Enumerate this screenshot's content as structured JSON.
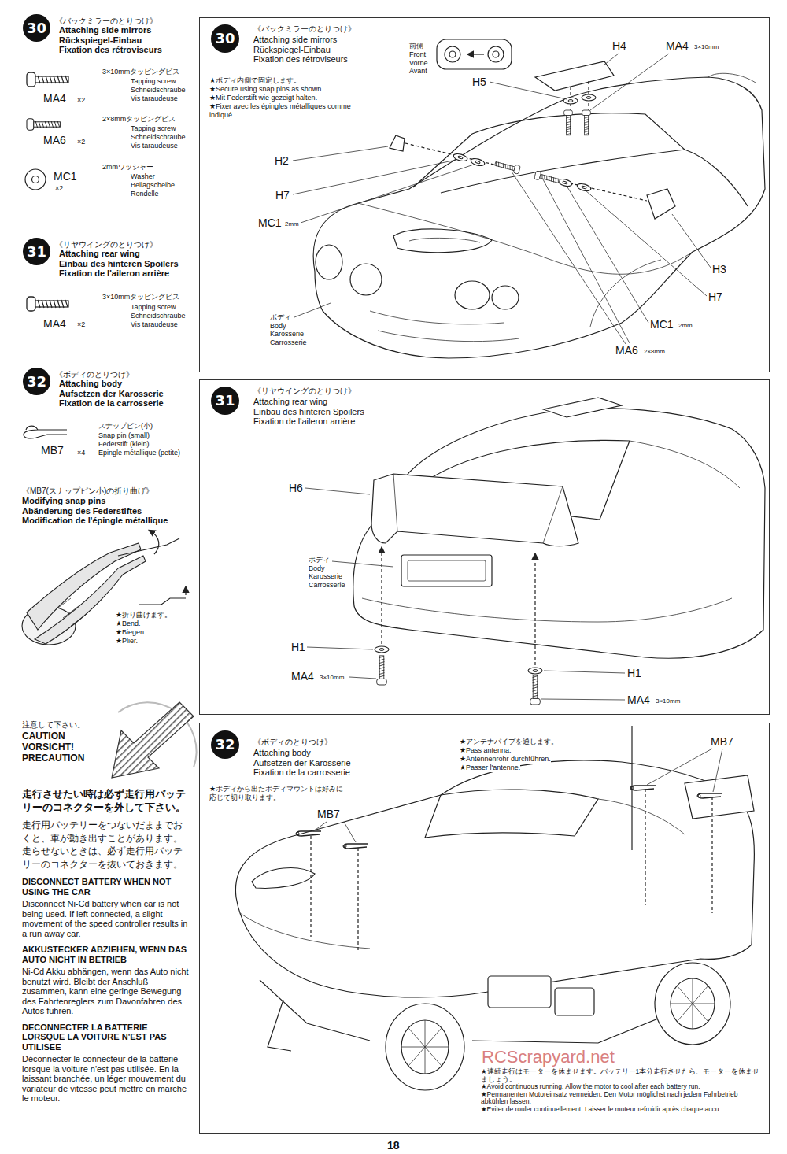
{
  "diagram": {
    "nodes": [
      {
        "text": [
          "30"
        ]
      },
      {
        "text": [
          "31"
        ]
      },
      {
        "text": [
          "32"
        ]
      },
      {
        "text": [
          "《バックミラーのとりつけ》",
          "Attaching side mirrors",
          "Rückspiegel-Einbau",
          "Fixation des rétroviseurs",
          "★ボディ内側で固定します。",
          "★Secure using snap pins as shown.",
          "★Mit Federstift wie gezeigt halten.",
          "★Fixer avec les épingles métalliques comme indiqué."
        ]
      },
      {
        "text": [
          "30"
        ],
        "in": 3
      },
      {
        "text": [
          "《リヤウイングのとりつけ》",
          "Attaching rear wing",
          "Einbau des hinteren Spoilers",
          "Fixation de l'aileron arrière"
        ]
      },
      {
        "text": [
          "31"
        ],
        "in": 5
      },
      {
        "text": [
          "《ボディのとりつけ》",
          "Attaching body",
          "Aufsetzen der Karosserie",
          "Fixation de la carrosserie",
          "★ボディから出たボディマウントは好みに応じて切り取ります。",
          "★アンテナパイプを通します。",
          "★Pass antenna.",
          "★Antennenrohr durchführen.",
          "★Passer l'antenne.",
          "★連続走行はモーターを休ませます。バッテリー1本分走行させたら、モーターを休ませましょう。",
          "★Avoid continuous running. Allow the motor to cool after each battery run.",
          "★Permanenten Motoreinsatz vermeiden. Den Motor möglichst nach jedem Fahrbetrieb abkühlen lassen.",
          "★Eviter de rouler continuellement. Laisser le moteur refroidir après chaque accu."
        ]
      },
      {
        "text": [
          "32"
        ],
        "in": 7
      }
    ],
    "labels": [
      "《バックミラーのとりつけ》",
      "Attaching side mirrors",
      "Rückspiegel-Einbau",
      "Fixation des rétroviseurs",
      "3×10mmタッピングビス",
      "Tapping screw",
      "Schneidschraube",
      "Vis taraudeuse",
      "MA4",
      "×2",
      "2×8mmタッピングビス",
      "Tapping screw",
      "Schneidschraube",
      "Vis taraudeuse",
      "MA6",
      "×2",
      "2mmワッシャー",
      "Washer",
      "Beilagscheibe",
      "Rondelle",
      "MC1",
      "×2",
      "《リヤウイングのとりつけ》",
      "Attaching rear wing",
      "Einbau des hinteren Spoilers",
      "Fixation de l'aileron arrière",
      "3×10mmタッピングビス",
      "Tapping screw",
      "Schneidschraube",
      "Vis taraudeuse",
      "MA4",
      "×2",
      "《ボディのとりつけ》",
      "Attaching body",
      "Aufsetzen der Karosserie",
      "Fixation de la carrosserie",
      "スナップピン(小)",
      "Snap pin (small)",
      "Federstift (klein)",
      "Epingle métallique (petite)",
      "MB7",
      "×4",
      "《MB7(スナップピン小)の折り曲げ》",
      "Modifying snap pins",
      "Abänderung des Federstiftes",
      "Modification de l'épingle métallique",
      "★折り曲げます。",
      "★Bend.",
      "★Biegen.",
      "★Plier.",
      "注意して下さい。",
      "CAUTION",
      "VORSICHT!",
      "PRECAUTION",
      "走行させたい時は必ず走行用バッテリーのコネクターを外して下さい。",
      "走行用バッテリーをつないだままでおくと、車が動き出すことがあります。走らせないときは、必ず走行用バッテリーのコネクターを抜いておきます。",
      "DISCONNECT BATTERY WHEN NOT USING THE CAR",
      "Disconnect Ni-Cd battery when car is not being used. If left connected, a slight movement of the speed controller results in a run away car.",
      "AKKUSTECKER ABZIEHEN, WENN DAS AUTO NICHT IN BETRIEB",
      "Ni-Cd Akku abhängen, wenn das Auto nicht benutzt wird. Bleibt der Anschluß zusammen, kann eine geringe Bewegung des Fahrtenreglers zum Davonfahren des Autos führen.",
      "DECONNECTER LA BATTERIE LORSQUE LA VOITURE N'EST PAS UTILISEE",
      "Déconnecter le connecteur de la batterie lorsque la voiture n'est pas utilisée. En la laissant branchée, un léger mouvement du variateur de vitesse peut mettre en marche le moteur.",
      "前側",
      "Front",
      "Vorne",
      "Avant",
      "H4",
      "MA4",
      "3×10mm",
      "H5",
      "H2",
      "H7",
      "MC1",
      "2mm",
      "H3",
      "H7",
      "MC1",
      "2mm",
      "MA6",
      "2×8mm",
      "ボディ",
      "Body",
      "Karosserie",
      "Carrosserie",
      "H6",
      "ボディ",
      "Body",
      "Karosserie",
      "Carrosserie",
      "H1",
      "MA4",
      "3×10mm",
      "H1",
      "MA4",
      "3×10mm",
      "MB7",
      "MB7",
      "18",
      "RCScrapyard.net"
    ]
  }
}
